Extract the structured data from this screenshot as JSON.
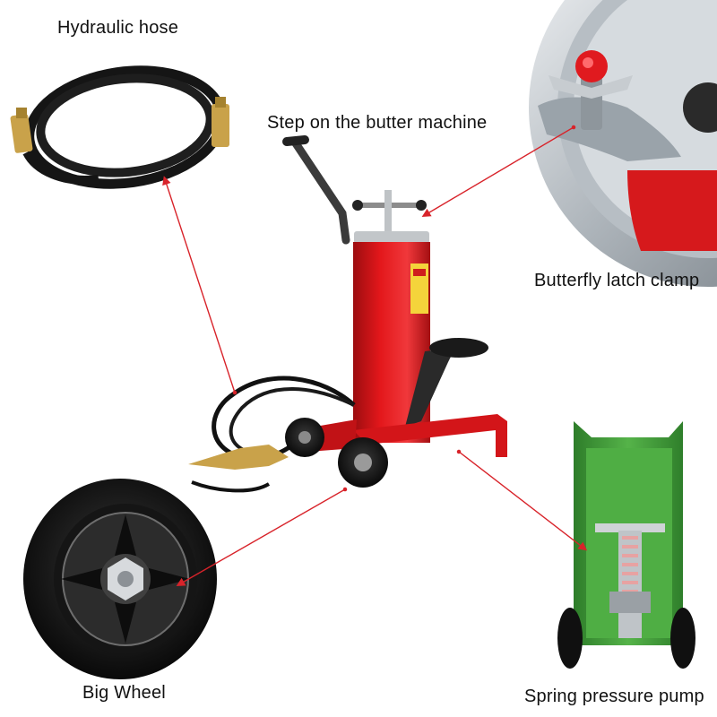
{
  "labels": {
    "hydraulic_hose": "Hydraulic hose",
    "step": "Step on the butter machine",
    "butterfly_clamp": "Butterfly latch clamp",
    "big_wheel": "Big Wheel",
    "spring_pump": "Spring pressure pump"
  },
  "colors": {
    "pump_body": "#e3171b",
    "arrow": "#d8232a",
    "pump_case": "#4aa33f",
    "rubber": "#111111",
    "brass": "#c9a24a",
    "steel": "#c9cfd4"
  }
}
